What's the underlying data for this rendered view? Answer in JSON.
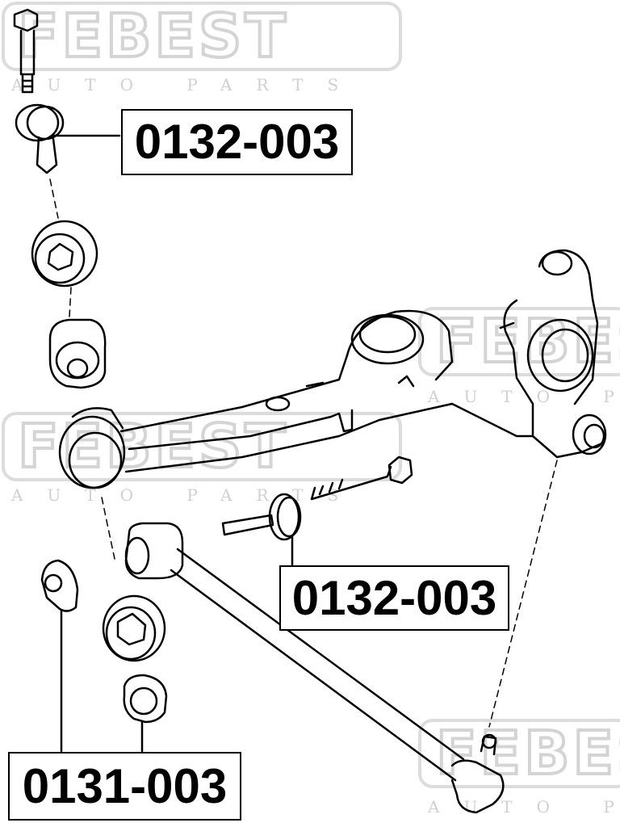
{
  "watermark": {
    "brand": "FEBEST",
    "tagline": "AUTO PARTS"
  },
  "labels": {
    "top": "0132-003",
    "middle": "0132-003",
    "bottom": "0131-003"
  },
  "colors": {
    "line": "#000000",
    "watermark": "#d4d4d4",
    "background": "#ffffff"
  }
}
